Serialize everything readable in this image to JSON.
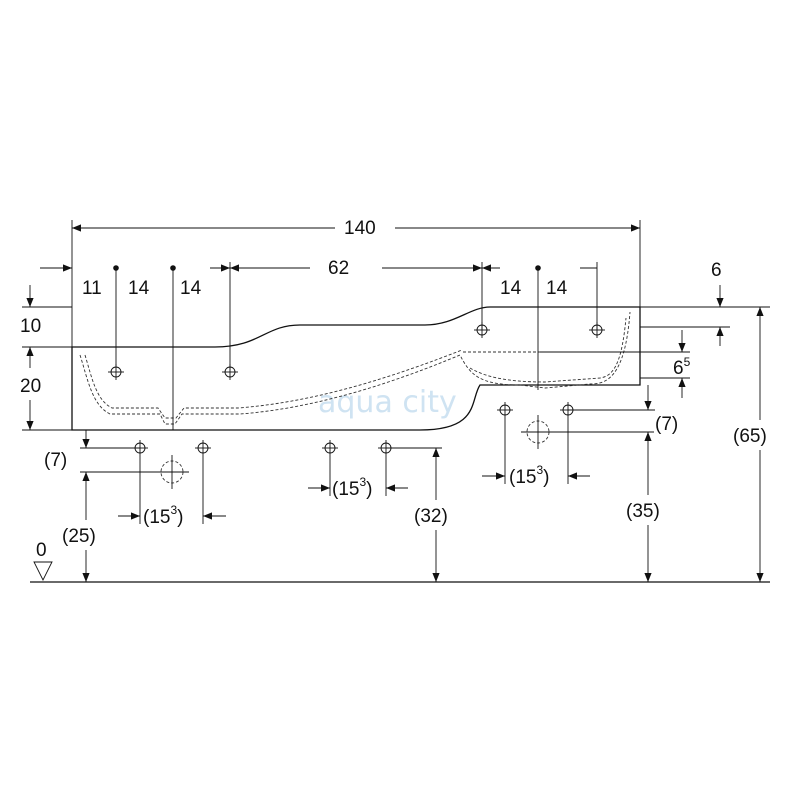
{
  "watermark": "aqua city",
  "dimensions": {
    "total_width": "140",
    "d11": "11",
    "d14_a": "14",
    "d14_b": "14",
    "d62": "62",
    "d14_c": "14",
    "d14_d": "14",
    "d6": "6",
    "d10": "10",
    "d20": "20",
    "d6_5_base": "6",
    "d6_5_sup": "5",
    "d7_right": "(7)",
    "d65": "(65)",
    "d7_left": "(7)",
    "d25": "(25)",
    "d32": "(32)",
    "d35": "(35)",
    "d15_left_base": "(15",
    "d15_left_sup": "3",
    "d15_left_close": ")",
    "d15_mid_base": "(15",
    "d15_mid_sup": "3",
    "d15_mid_close": ")",
    "d15_right_base": "(15",
    "d15_right_sup": "3",
    "d15_right_close": ")",
    "floor_level": "0"
  }
}
